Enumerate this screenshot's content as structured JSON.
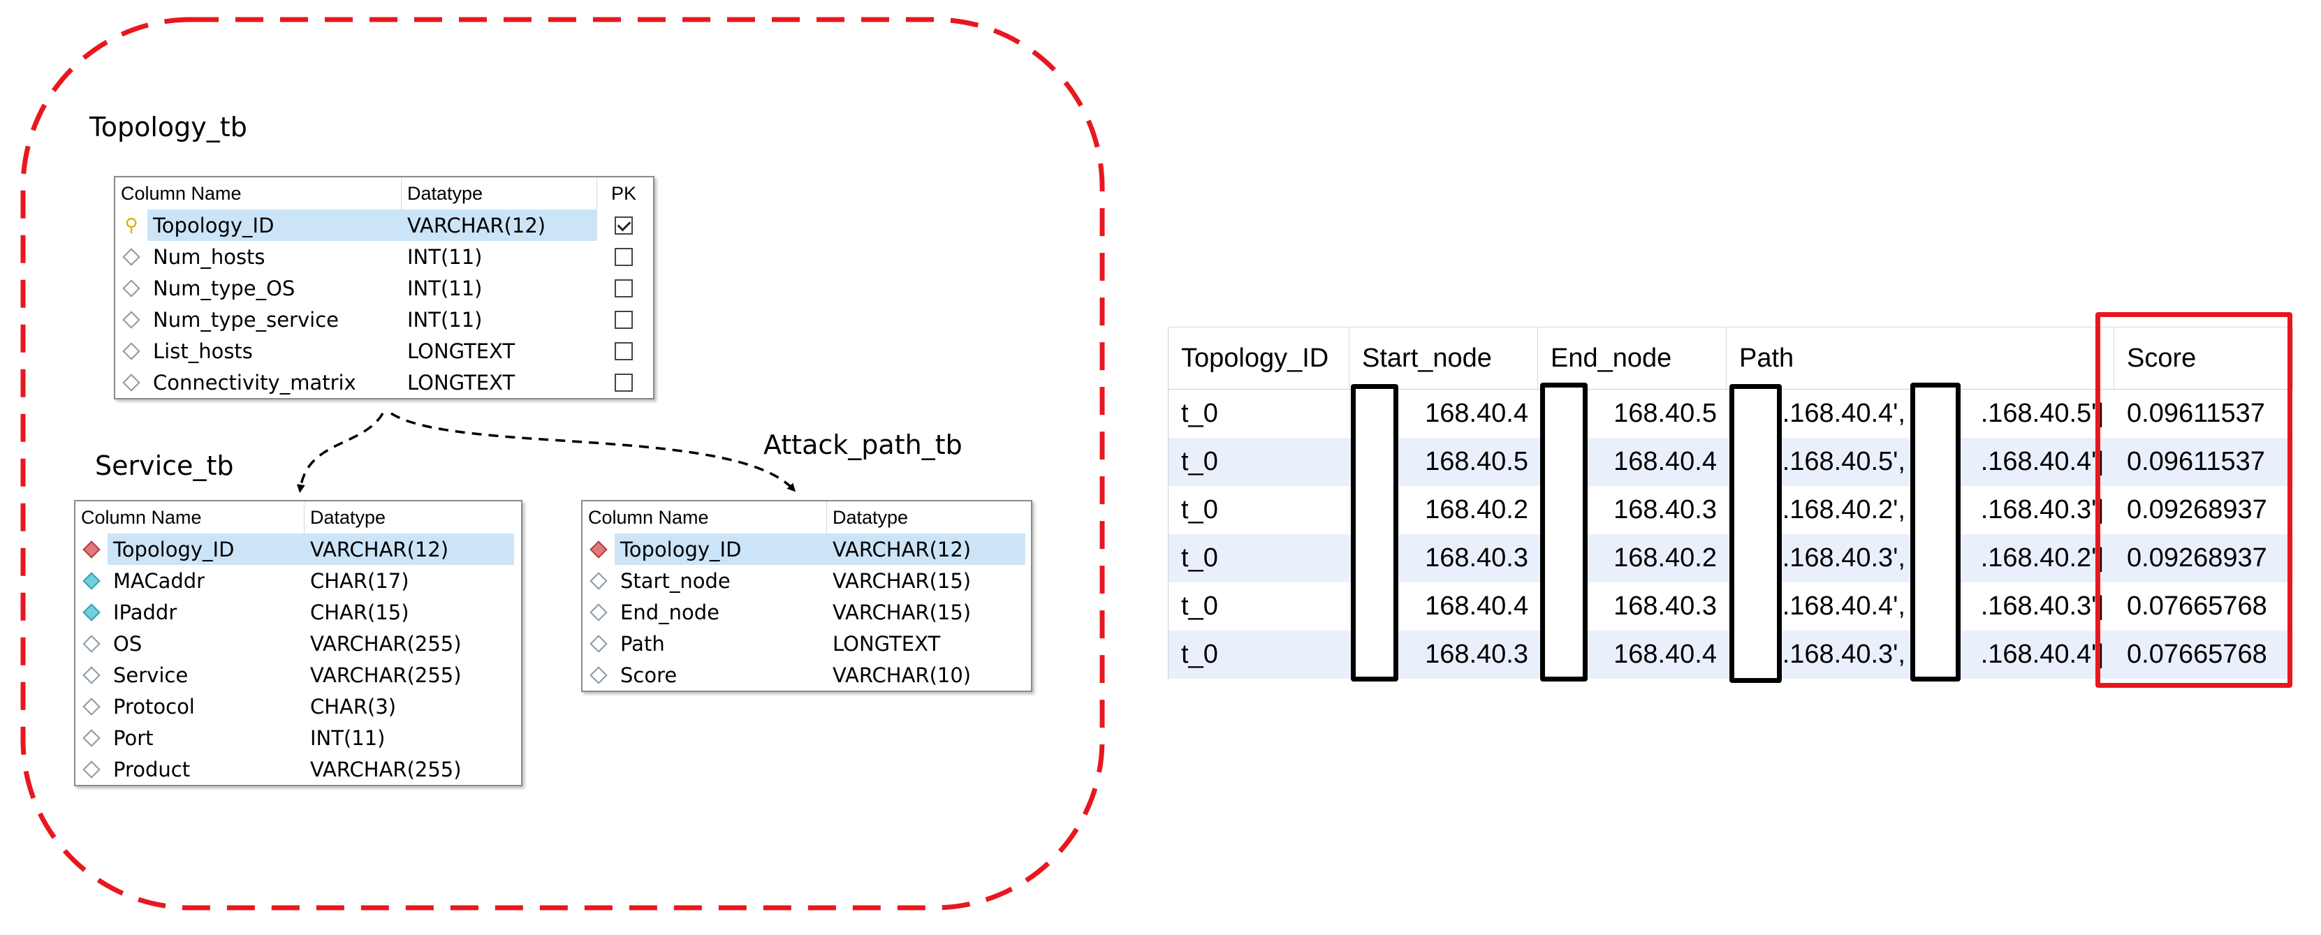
{
  "topology_tb": {
    "caption": "Topology_tb",
    "headers": {
      "name": "Column Name",
      "type": "Datatype",
      "pk": "PK"
    },
    "columns": [
      {
        "icon": "primary-key-icon",
        "name": "Topology_ID",
        "type": "VARCHAR(12)",
        "pk": true,
        "selected": true
      },
      {
        "icon": "column-diamond-icon",
        "name": "Num_hosts",
        "type": "INT(11)",
        "pk": false
      },
      {
        "icon": "column-diamond-icon",
        "name": "Num_type_OS",
        "type": "INT(11)",
        "pk": false
      },
      {
        "icon": "column-diamond-icon",
        "name": "Num_type_service",
        "type": "INT(11)",
        "pk": false
      },
      {
        "icon": "column-diamond-icon",
        "name": "List_hosts",
        "type": "LONGTEXT",
        "pk": false
      },
      {
        "icon": "column-diamond-icon",
        "name": "Connectivity_matrix",
        "type": "LONGTEXT",
        "pk": false
      }
    ]
  },
  "service_tb": {
    "caption": "Service_tb",
    "headers": {
      "name": "Column Name",
      "type": "Datatype"
    },
    "columns": [
      {
        "icon": "foreign-key-diamond-icon",
        "name": "Topology_ID",
        "type": "VARCHAR(12)",
        "selected": true
      },
      {
        "icon": "indexed-diamond-icon",
        "name": "MACaddr",
        "type": "CHAR(17)"
      },
      {
        "icon": "indexed-diamond-icon",
        "name": "IPaddr",
        "type": "CHAR(15)"
      },
      {
        "icon": "column-diamond-icon",
        "name": "OS",
        "type": "VARCHAR(255)"
      },
      {
        "icon": "column-diamond-icon",
        "name": "Service",
        "type": "VARCHAR(255)"
      },
      {
        "icon": "column-diamond-icon",
        "name": "Protocol",
        "type": "CHAR(3)"
      },
      {
        "icon": "column-diamond-icon",
        "name": "Port",
        "type": "INT(11)"
      },
      {
        "icon": "column-diamond-icon",
        "name": "Product",
        "type": "VARCHAR(255)"
      }
    ]
  },
  "attack_path_tb": {
    "caption": "Attack_path_tb",
    "headers": {
      "name": "Column Name",
      "type": "Datatype"
    },
    "columns": [
      {
        "icon": "foreign-key-diamond-icon",
        "name": "Topology_ID",
        "type": "VARCHAR(12)",
        "selected": true
      },
      {
        "icon": "column-diamond-icon",
        "name": "Start_node",
        "type": "VARCHAR(15)"
      },
      {
        "icon": "column-diamond-icon",
        "name": "End_node",
        "type": "VARCHAR(15)"
      },
      {
        "icon": "column-diamond-icon",
        "name": "Path",
        "type": "LONGTEXT"
      },
      {
        "icon": "column-diamond-icon",
        "name": "Score",
        "type": "VARCHAR(10)"
      }
    ]
  },
  "result_grid": {
    "headers": [
      "Topology_ID",
      "Start_node",
      "End_node",
      "Path",
      "Score"
    ],
    "rows": [
      {
        "topology_id": "t_0",
        "start_node": "168.40.4",
        "end_node": "168.40.5",
        "path_a": ".168.40.4',",
        "path_b": ".168.40.5']",
        "score": "0.09611537"
      },
      {
        "topology_id": "t_0",
        "start_node": "168.40.5",
        "end_node": "168.40.4",
        "path_a": ".168.40.5',",
        "path_b": ".168.40.4']",
        "score": "0.09611537"
      },
      {
        "topology_id": "t_0",
        "start_node": "168.40.2",
        "end_node": "168.40.3",
        "path_a": ".168.40.2',",
        "path_b": ".168.40.3']",
        "score": "0.09268937"
      },
      {
        "topology_id": "t_0",
        "start_node": "168.40.3",
        "end_node": "168.40.2",
        "path_a": ".168.40.3',",
        "path_b": ".168.40.2']",
        "score": "0.09268937"
      },
      {
        "topology_id": "t_0",
        "start_node": "168.40.4",
        "end_node": "168.40.3",
        "path_a": ".168.40.4',",
        "path_b": ".168.40.3']",
        "score": "0.07665768"
      },
      {
        "topology_id": "t_0",
        "start_node": "168.40.3",
        "end_node": "168.40.4",
        "path_a": ".168.40.3',",
        "path_b": ".168.40.4']",
        "score": "0.07665768"
      }
    ]
  },
  "colors": {
    "group_border": "#e8171f",
    "score_highlight": "#e8171f",
    "selected_row": "#cce4f7",
    "alt_row": "#eaf0fb"
  }
}
